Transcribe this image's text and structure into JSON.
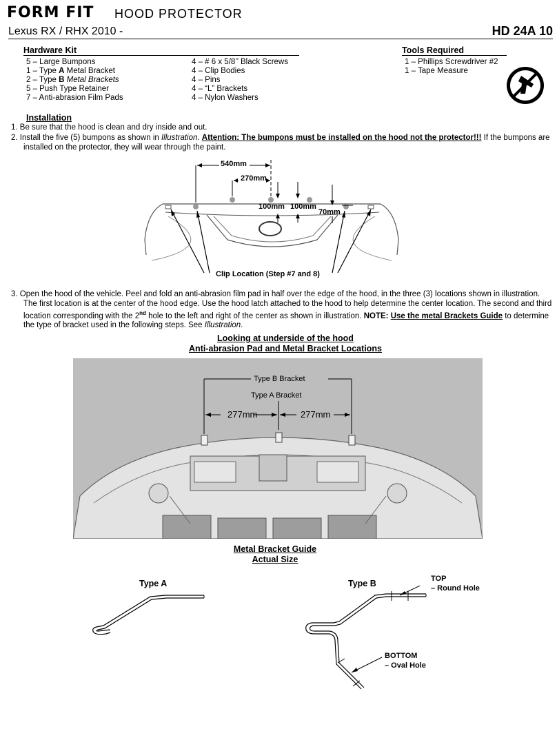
{
  "header": {
    "brand": "FORM FIT",
    "product": "HOOD PROTECTOR",
    "model": "Lexus RX / RHX 2010 -",
    "part_number": "HD 24A 10"
  },
  "hardware_kit": {
    "title": "Hardware Kit",
    "col1": [
      {
        "text": "5 – Large Bumpons"
      },
      {
        "pre": "1 – Type ",
        "bold": "A",
        "post": " Metal Bracket"
      },
      {
        "pre": "2 – Type ",
        "bold": "B",
        "italic": " Metal Brackets"
      },
      {
        "text": "5 – Push Type Retainer"
      },
      {
        "text": "7 – Anti-abrasion Film Pads"
      }
    ],
    "col2": [
      "4 – # 6 x 5/8’’ Black Screws",
      "4 – Clip Bodies",
      "4 – Pins",
      "4 – “L” Brackets",
      "4 – Nylon Washers"
    ]
  },
  "tools": {
    "title": "Tools Required",
    "items": [
      "1 – Phillips Screwdriver #2",
      "1 – Tape Measure"
    ]
  },
  "installation": {
    "title": "Installation",
    "step1": "1.  Be sure that the hood is clean and dry inside and out.",
    "step2_a": "2.  Install the five (5) bumpons as shown in ",
    "step2_italic": "Illustration",
    "step2_b": ".  ",
    "step2_attention": "Attention: The bumpons must be installed on the hood not the protector!!!",
    "step2_c": "  If the bumpons are",
    "step2_line2": "installed on the protector, they will wear through the paint.",
    "step3_line1": "3.  Open the hood of the vehicle. Peel and fold an anti-abrasion film pad in half over the edge of the hood, in the three (3) locations shown in illustration.",
    "step3_line2": "The first location is at the center of the hood edge.  Use the hood latch attached to the hood to help determine the center location.  The second and third",
    "step3_line3_a": "location corresponding with the 2",
    "step3_sup": "nd",
    "step3_line3_b": " hole to the left and right of the center as shown in illustration.  ",
    "step3_note": "NOTE: ",
    "step3_note_u": "Use the metal Brackets Guide",
    "step3_line3_c": " to determine",
    "step3_line4_a": "the type of bracket used in the following steps.  See ",
    "step3_line4_italic": "Illustration",
    "step3_line4_b": "."
  },
  "diagram1": {
    "dim_540": "540mm",
    "dim_270": "270mm",
    "dim_100a": "100mm",
    "dim_100b": "100mm",
    "dim_70": "70mm",
    "clip_label": "Clip Location (Step #7 and 8)"
  },
  "underside": {
    "title1": "Looking at underside of the hood",
    "title2": "Anti-abrasion Pad and Metal Bracket Locations",
    "type_b": "Type B Bracket",
    "type_a": "Type A Bracket",
    "dim_left": "277mm",
    "dim_right": "277mm"
  },
  "guide": {
    "title1": "Metal Bracket Guide",
    "title2": "Actual Size",
    "type_a": "Type A",
    "type_b": "Type B",
    "top_1": "TOP",
    "top_2": "– Round Hole",
    "bottom_1": "BOTTOM",
    "bottom_2": "– Oval Hole"
  }
}
